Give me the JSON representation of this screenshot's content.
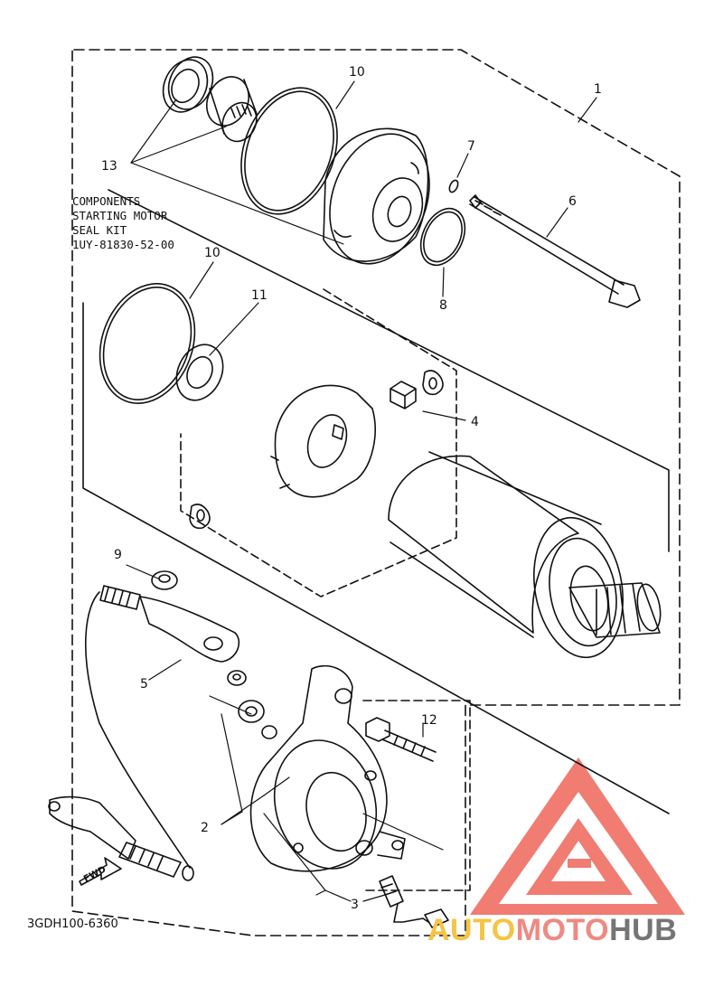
{
  "labels": {
    "p1": "1",
    "p2": "2",
    "p3": "3",
    "p4": "4",
    "p5": "5",
    "p6": "6",
    "p7": "7",
    "p8": "8",
    "p9": "9",
    "p10a": "10",
    "p10b": "10",
    "p11": "11",
    "p12": "12",
    "p13": "13"
  },
  "note": {
    "line1": "COMPONENTS",
    "line2": "STARTING MOTOR",
    "line3": "SEAL KIT",
    "line4": "1UY-81830-52-00"
  },
  "drawing_code": "3GDH100-6360",
  "fwd_text": "FWD",
  "watermark": {
    "part1": "AUTO",
    "part2": "MOTO",
    "part3": "HUB",
    "colors": {
      "auto": "#f6c443",
      "moto": "#ef8a82",
      "hub": "#757575",
      "logo": "#ea4a3c"
    }
  }
}
